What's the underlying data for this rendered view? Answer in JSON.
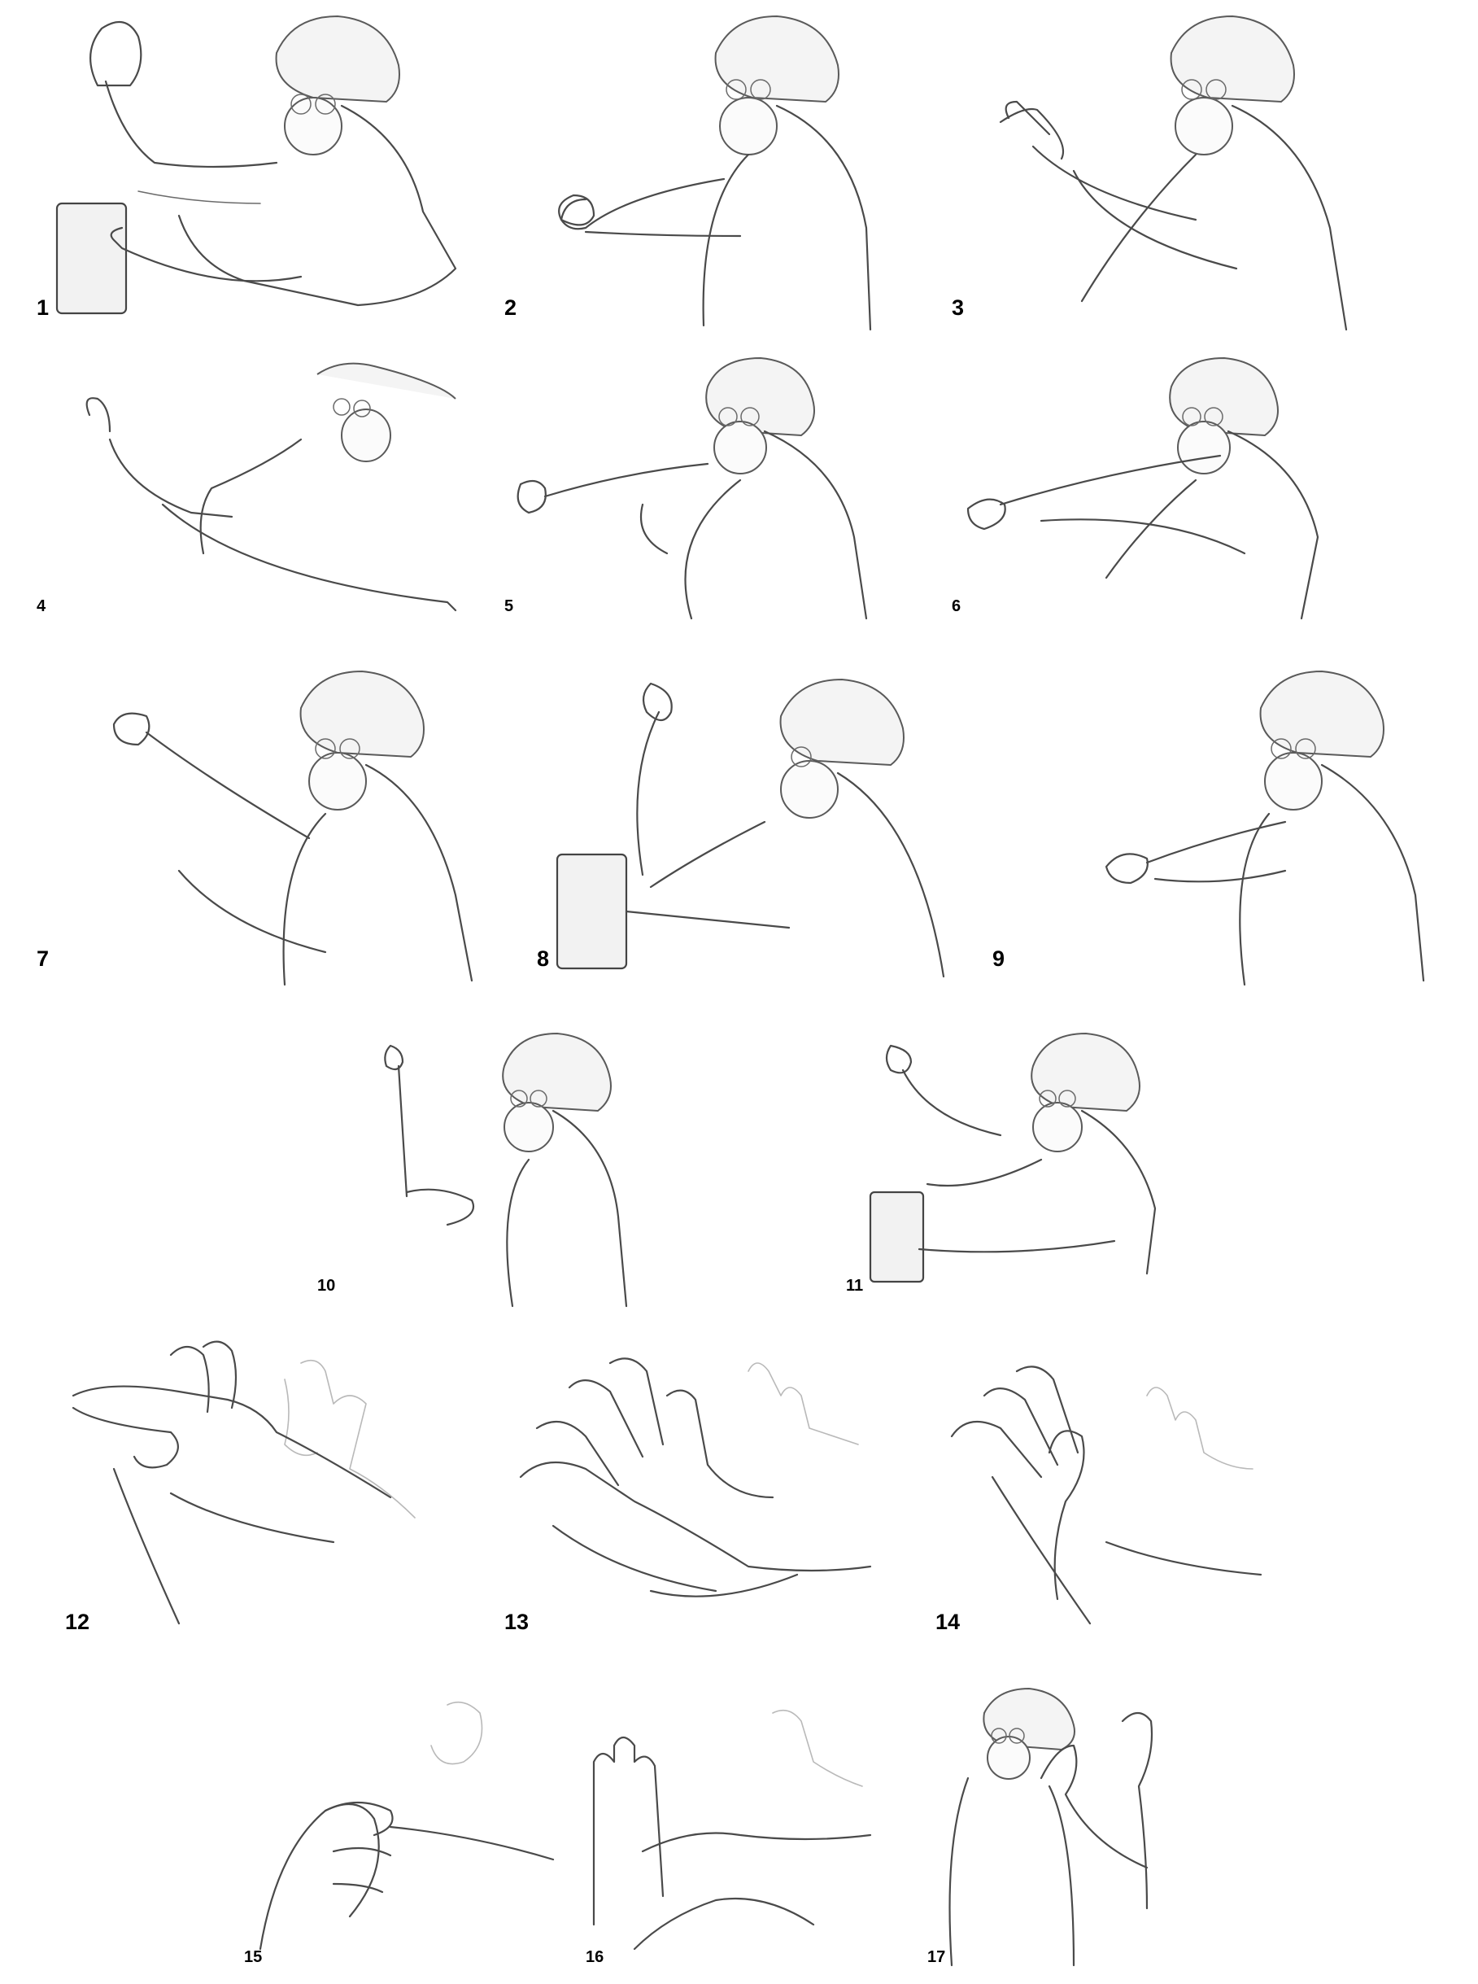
{
  "figure": {
    "steps": [
      {
        "label": "1"
      },
      {
        "label": "2"
      },
      {
        "label": "3"
      },
      {
        "label": "4"
      },
      {
        "label": "5"
      },
      {
        "label": "6"
      },
      {
        "label": "7"
      },
      {
        "label": "8"
      },
      {
        "label": "9"
      },
      {
        "label": "10"
      },
      {
        "label": "11"
      },
      {
        "label": "12"
      },
      {
        "label": "13"
      },
      {
        "label": "14"
      },
      {
        "label": "15"
      },
      {
        "label": "16"
      },
      {
        "label": "17"
      }
    ]
  }
}
